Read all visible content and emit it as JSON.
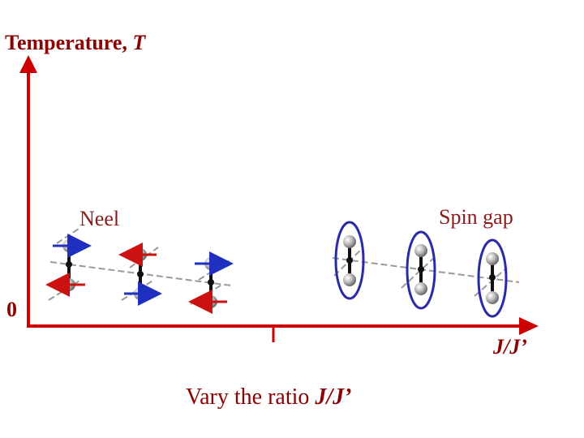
{
  "axes": {
    "y_label_text": "Temperature, ",
    "y_label_var": "T",
    "origin_label": "0",
    "x_label": "J/J’",
    "color": "#cc0000"
  },
  "phases": {
    "left_label": "Neel",
    "right_label": "Spin gap"
  },
  "caption": {
    "text": "Vary the ratio ",
    "var": "J/J’"
  },
  "colors": {
    "text": "#8b0000",
    "spin_up_arrow": "#1f2fbf",
    "spin_down_arrow": "#cc1111",
    "singlet_ellipse": "#2a2aa8",
    "bond": "#111111",
    "chain": "#9a9a9a"
  }
}
